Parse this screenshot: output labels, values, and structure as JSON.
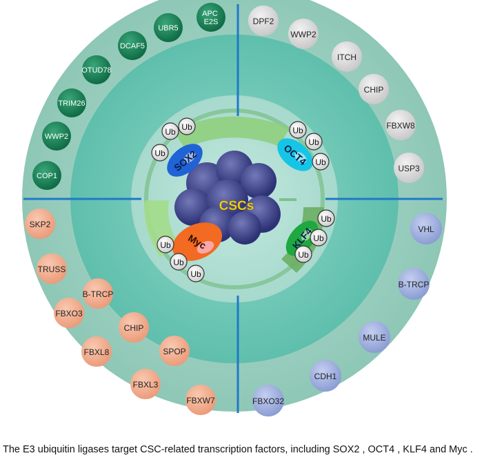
{
  "center_label": "CSCs",
  "quadrants": {
    "top_left": {
      "color": "#1f8a5e",
      "text_color": "#ffffff",
      "items": [
        "APC\nE2S",
        "UBR5",
        "DCAF5",
        "OTUD78",
        "TRIM26",
        "WWP2",
        "COP1"
      ]
    },
    "top_right": {
      "color": "#e3e3e3",
      "text_color": "#222222",
      "items": [
        "DPF2",
        "WWP2",
        "ITCH",
        "CHIP",
        "FBXW8",
        "USP3"
      ]
    },
    "bottom_right": {
      "color": "#a9b8e2",
      "text_color": "#222222",
      "items": [
        "VHL",
        "B-TRCP",
        "MULE",
        "CDH1",
        "FBXO32"
      ]
    },
    "bottom_left": {
      "color": "#f2b295",
      "text_color": "#222222",
      "items": [
        "SKP2",
        "TRUSS",
        "B-TRCP",
        "FBXO3",
        "CHIP",
        "FBXL8",
        "SPOP",
        "FBXL3",
        "FBXW7"
      ]
    }
  },
  "factors": [
    {
      "name": "SOX2",
      "color": "#1f63d6"
    },
    {
      "name": "OCT4",
      "color": "#16c5e6"
    },
    {
      "name": "KLF4",
      "color": "#1ea83f"
    },
    {
      "name": "Myc",
      "color": "#f36a22"
    }
  ],
  "ub_label": "Ub",
  "caption": "The E3 ubiquitin ligases target CSC-related transcription factors, including SOX2 , OCT4 , KLF4  and Myc ."
}
